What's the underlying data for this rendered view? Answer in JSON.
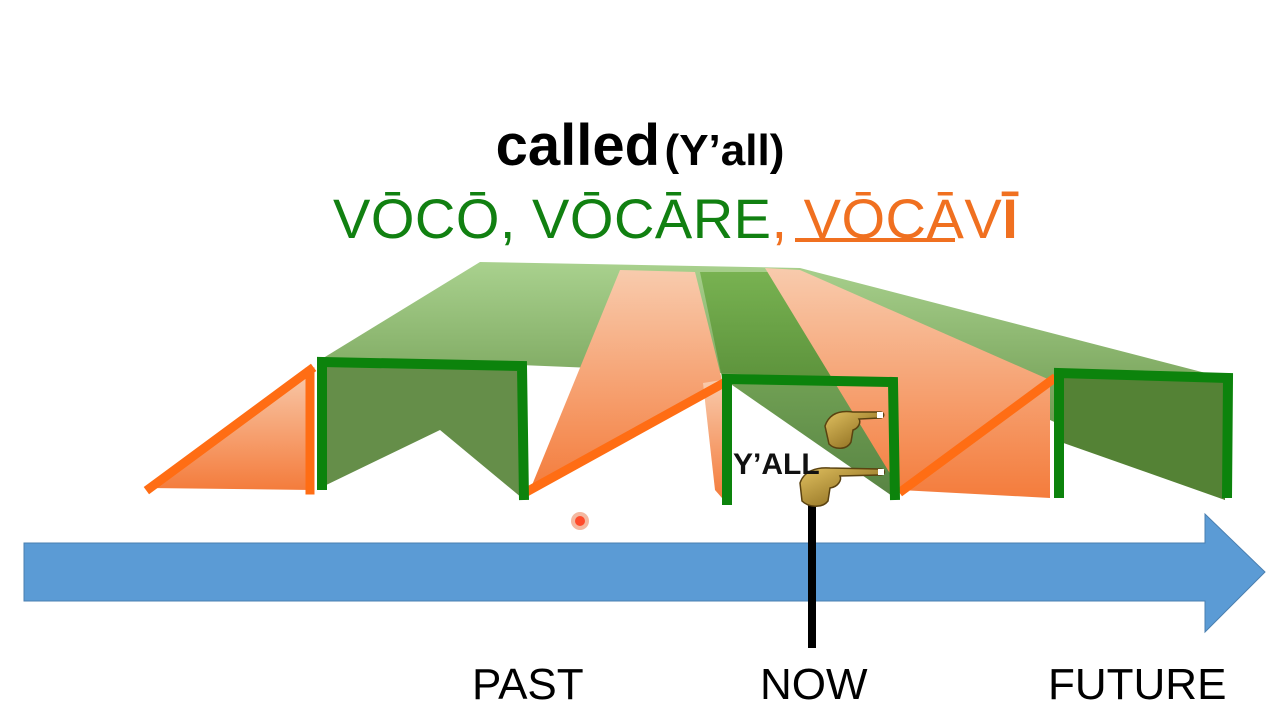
{
  "title": {
    "word": "called",
    "subject": "(Y’all)"
  },
  "principal_parts": {
    "first": "VŌCŌ, ",
    "second": "VŌCĀRE",
    "third_prefix": ", VŌCĀV",
    "third_ending": "Ī"
  },
  "speaker_label": "Y’ALL",
  "timeline": {
    "past": "PAST",
    "now": "NOW",
    "future": "FUTURE"
  },
  "colors": {
    "arrow": "#5b9bd5",
    "green": "#118011",
    "green_fill": "#548235",
    "orange": "#ff6d14",
    "orange_fill": "#f4b183",
    "hand": "#b08a22"
  },
  "icons": [
    "pointing-hand-icon",
    "pointing-hand-icon",
    "timeline-arrow"
  ]
}
